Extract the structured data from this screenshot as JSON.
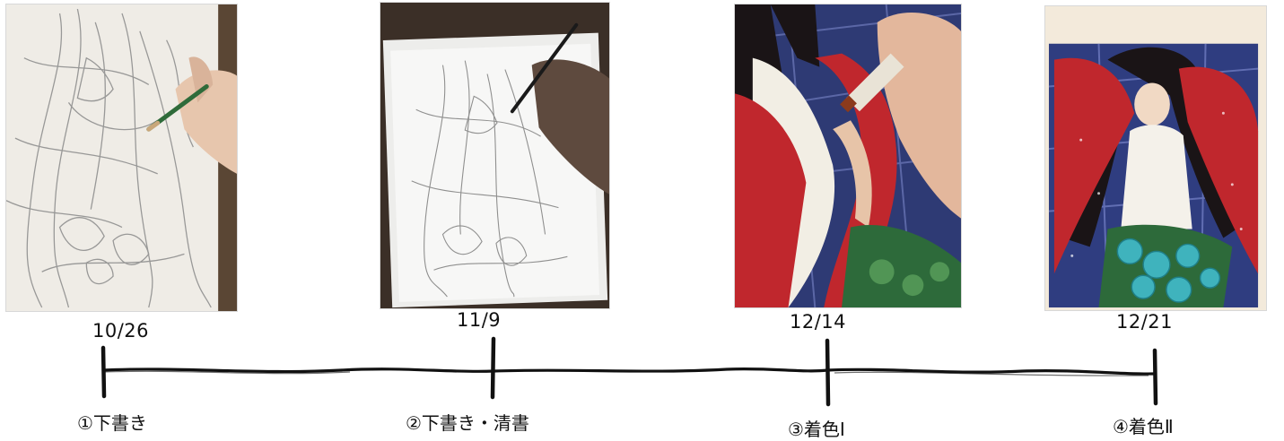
{
  "stages": [
    {
      "date": "10/26",
      "label": "①下書き",
      "photo_icon": "pencil-sketch-photo"
    },
    {
      "date": "11/9",
      "label": "②下書き・清書",
      "photo_icon": "lightbox-inking-photo"
    },
    {
      "date": "12/14",
      "label": "③着色Ⅰ",
      "photo_icon": "marker-coloring-photo"
    },
    {
      "date": "12/21",
      "label": "④着色Ⅱ",
      "photo_icon": "finished-illustration-photo"
    }
  ],
  "colors": {
    "line": "#111111",
    "paper": "#f1eee8",
    "pencil": "#8a8a8a",
    "robe_red": "#c0272d",
    "hair_black": "#1a1416",
    "rose_teal": "#3fb3bd",
    "stained_blue": "#3a4f9c"
  }
}
